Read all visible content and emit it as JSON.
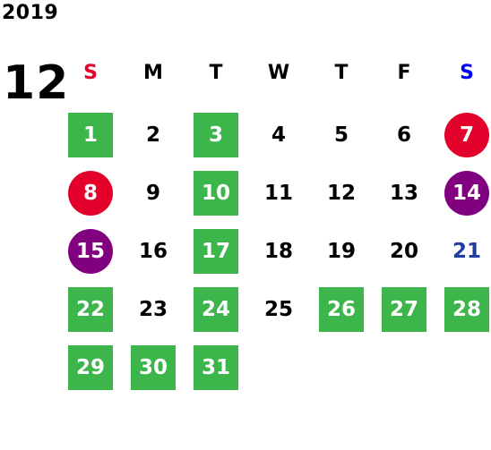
{
  "calendar": {
    "year": "2019",
    "month": "12",
    "colors": {
      "green": "#3cb54a",
      "red": "#e3002a",
      "purple": "#800080",
      "blue": "#1f3d9b",
      "sunday_header": "#e3002a",
      "saturday_header": "#0000ff"
    },
    "weekdays": [
      {
        "label": "S",
        "color": "#e3002a"
      },
      {
        "label": "M",
        "color": "#000000"
      },
      {
        "label": "T",
        "color": "#000000"
      },
      {
        "label": "W",
        "color": "#000000"
      },
      {
        "label": "T",
        "color": "#000000"
      },
      {
        "label": "F",
        "color": "#000000"
      },
      {
        "label": "S",
        "color": "#0000ff"
      }
    ],
    "weeks": [
      [
        {
          "day": "1",
          "style": "square-green"
        },
        {
          "day": "2",
          "style": "plain"
        },
        {
          "day": "3",
          "style": "square-green"
        },
        {
          "day": "4",
          "style": "plain"
        },
        {
          "day": "5",
          "style": "plain"
        },
        {
          "day": "6",
          "style": "plain"
        },
        {
          "day": "7",
          "style": "circle-red"
        }
      ],
      [
        {
          "day": "8",
          "style": "circle-red"
        },
        {
          "day": "9",
          "style": "plain"
        },
        {
          "day": "10",
          "style": "square-green"
        },
        {
          "day": "11",
          "style": "plain"
        },
        {
          "day": "12",
          "style": "plain"
        },
        {
          "day": "13",
          "style": "plain"
        },
        {
          "day": "14",
          "style": "circle-purple"
        }
      ],
      [
        {
          "day": "15",
          "style": "circle-purple"
        },
        {
          "day": "16",
          "style": "plain"
        },
        {
          "day": "17",
          "style": "square-green"
        },
        {
          "day": "18",
          "style": "plain"
        },
        {
          "day": "19",
          "style": "plain"
        },
        {
          "day": "20",
          "style": "plain"
        },
        {
          "day": "21",
          "style": "text-blue"
        }
      ],
      [
        {
          "day": "22",
          "style": "square-green"
        },
        {
          "day": "23",
          "style": "plain"
        },
        {
          "day": "24",
          "style": "square-green"
        },
        {
          "day": "25",
          "style": "plain"
        },
        {
          "day": "26",
          "style": "square-green"
        },
        {
          "day": "27",
          "style": "square-green"
        },
        {
          "day": "28",
          "style": "square-green"
        }
      ],
      [
        {
          "day": "29",
          "style": "square-green"
        },
        {
          "day": "30",
          "style": "square-green"
        },
        {
          "day": "31",
          "style": "square-green"
        }
      ]
    ]
  }
}
